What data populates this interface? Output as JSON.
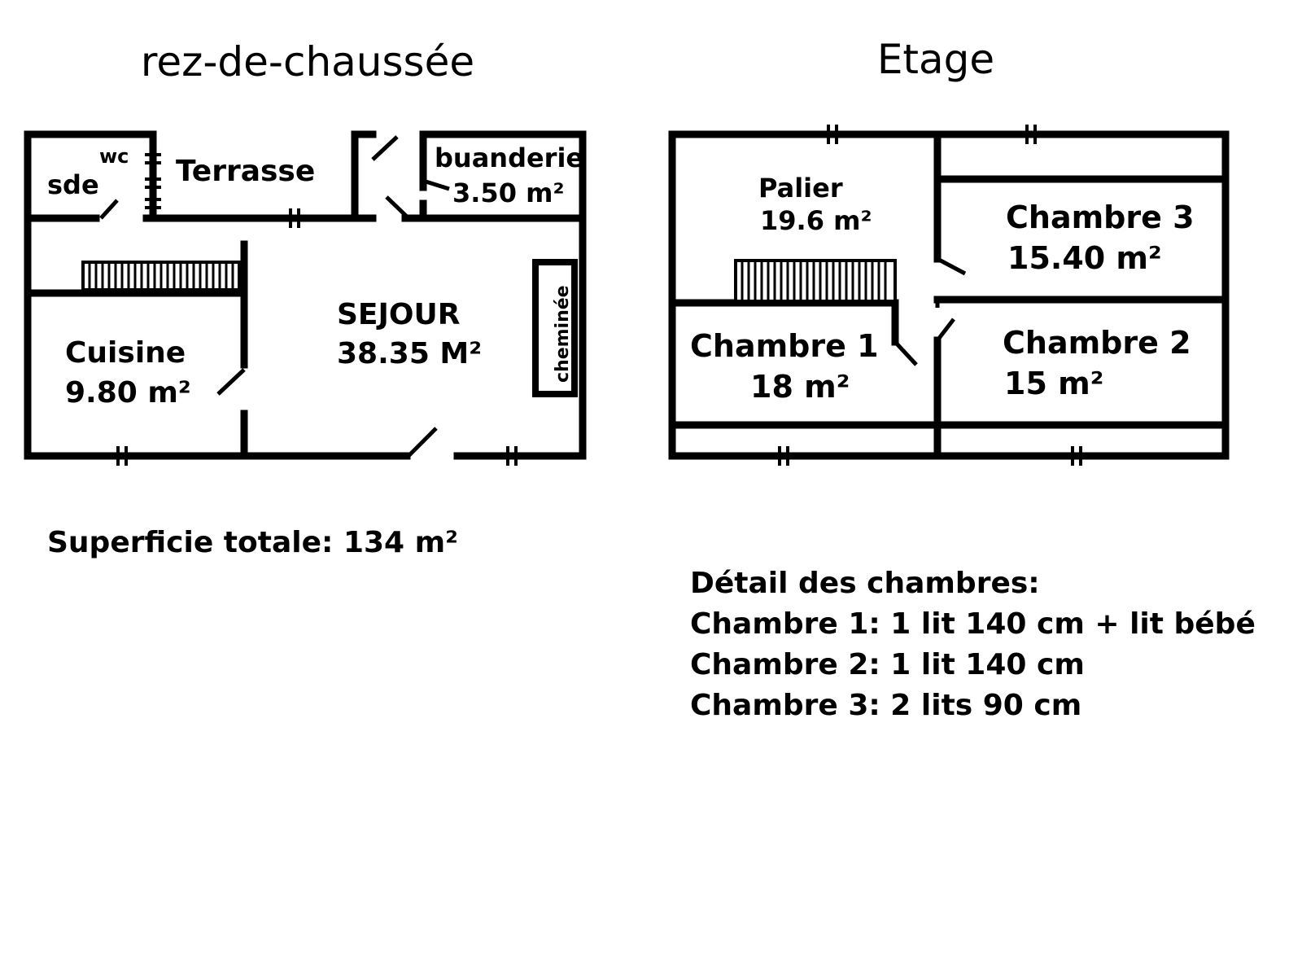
{
  "ground_floor": {
    "title": "rez-de-chaussée",
    "rooms": {
      "wc": "wc",
      "sde": "sde",
      "terrasse": "Terrasse",
      "buanderie": "buanderie",
      "buanderie_area": "3.50 m²",
      "sejour": "SEJOUR",
      "sejour_area": "38.35 M²",
      "cheminee": "cheminée",
      "cuisine": "Cuisine",
      "cuisine_area": "9.80 m²"
    },
    "total_area": "Superficie totale: 134 m²"
  },
  "upper_floor": {
    "title": "Etage",
    "rooms": {
      "palier": "Palier",
      "palier_area": "19.6 m²",
      "chambre3": "Chambre 3",
      "chambre3_area": "15.40 m²",
      "chambre1": "Chambre 1",
      "chambre1_area": "18 m²",
      "chambre2": "Chambre 2",
      "chambre2_area": "15 m²"
    }
  },
  "bedroom_details": {
    "heading": "Détail des chambres:",
    "lines": [
      "Chambre 1: 1 lit 140 cm + lit bébé",
      "Chambre 2: 1 lit 140 cm",
      "Chambre 3: 2 lits 90 cm"
    ]
  },
  "colors": {
    "wall": "#000000",
    "background": "#ffffff"
  }
}
